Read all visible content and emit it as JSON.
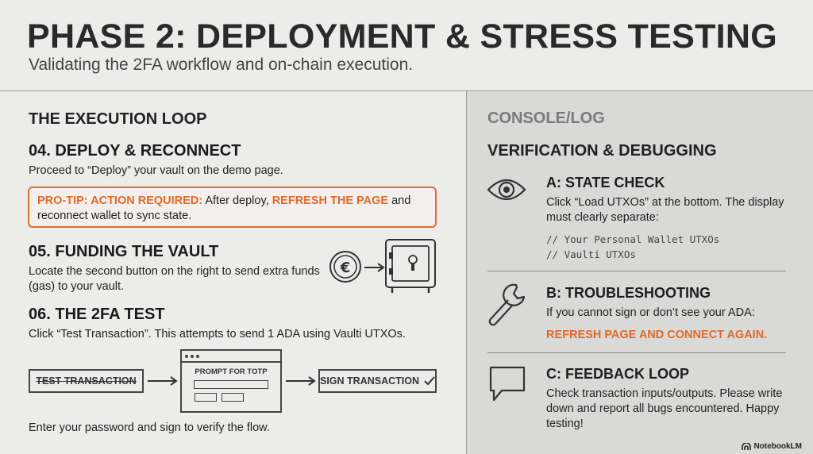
{
  "header": {
    "title": "PHASE 2: DEPLOYMENT & STRESS TESTING",
    "subtitle": "Validating the 2FA workflow and on-chain execution."
  },
  "left": {
    "section_title": "THE EXECUTION LOOP",
    "step4": {
      "title": "04. DEPLOY & RECONNECT",
      "body": "Proceed to “Deploy” your vault on the demo page."
    },
    "protip": {
      "label": "PRO-TIP: ACTION REQUIRED:",
      "text1": " After deploy, ",
      "emph": "REFRESH THE PAGE",
      "text2": " and reconnect wallet to sync state."
    },
    "step5": {
      "title": "05. FUNDING THE VAULT",
      "body": "Locate the second button on the right to send extra funds (gas) to your vault."
    },
    "step6": {
      "title": "06. THE 2FA TEST",
      "body": "Click “Test Transaction”. This attempts to send 1 ADA using Vaulti UTXOs."
    },
    "flow": {
      "test_label": "TEST TRANSACTION",
      "prompt_label": "PROMPT FOR TOTP",
      "sign_label": "SIGN TRANSACTION"
    },
    "footer_text": "Enter your password and sign to verify the flow."
  },
  "right": {
    "console_title": "CONSOLE/LOG",
    "section_title": "VERIFICATION & DEBUGGING",
    "a": {
      "title": "A: STATE CHECK",
      "body": "Click “Load UTXOs” at the bottom. The display must clearly separate:",
      "code1": "// Your Personal Wallet UTXOs",
      "code2": "// Vaulti UTXOs"
    },
    "b": {
      "title": "B: TROUBLESHOOTING",
      "body": "If you cannot sign or don’t see your ADA:",
      "emph": "REFRESH PAGE AND CONNECT AGAIN."
    },
    "c": {
      "title": "C: FEEDBACK LOOP",
      "body": "Check transaction inputs/outputs. Please write down and report all bugs encountered. Happy testing!"
    }
  },
  "branding": {
    "logo_text": "NotebookLM"
  },
  "colors": {
    "accent": "#e06a28",
    "panel": "#d9d9d8",
    "background": "#ececeb"
  },
  "icons": [
    "euro-coin-icon",
    "safe-vault-icon",
    "arrow-right-icon",
    "checkmark-icon",
    "eye-icon",
    "wrench-icon",
    "speech-bubble-icon",
    "notebooklm-logo-icon"
  ]
}
